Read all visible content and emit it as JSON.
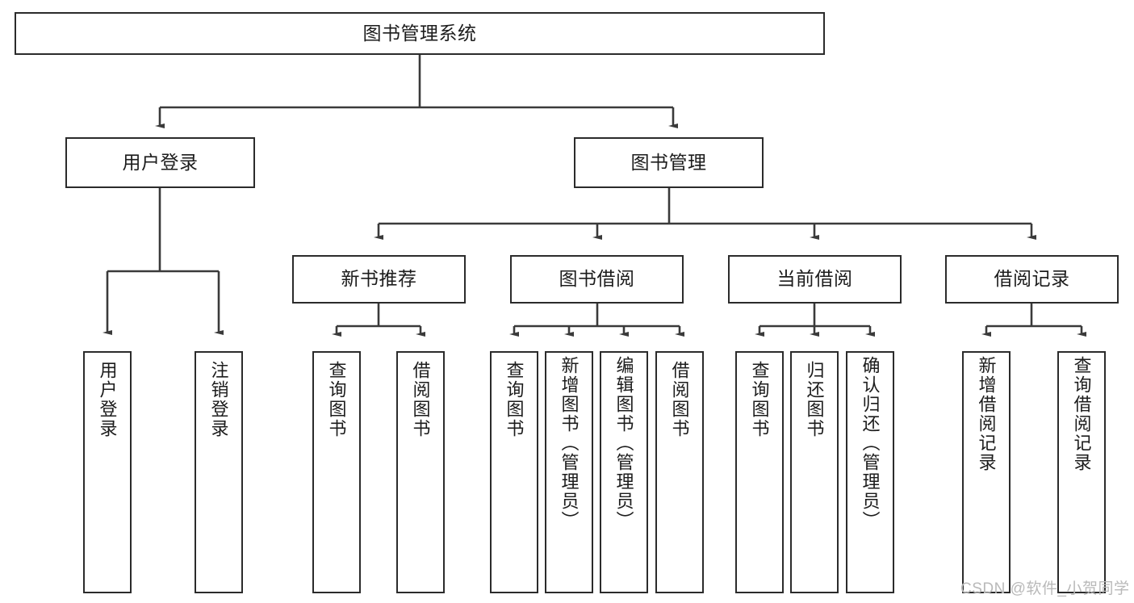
{
  "diagram": {
    "title": "图书管理系统",
    "type": "hierarchy-tree",
    "orientation": "top-down",
    "colors": {
      "box_border": "#2b2b2b",
      "box_fill": "#ffffff",
      "connector": "#3a3a3a",
      "text": "#1c1c1c",
      "watermark": "#b9b9b9",
      "background": "#ffffff"
    },
    "levels": [
      {
        "level": 1,
        "nodes": [
          {
            "id": "root",
            "label": "图书管理系统",
            "text_flow": "horizontal"
          }
        ]
      },
      {
        "level": 2,
        "nodes": [
          {
            "id": "user-login",
            "label": "用户登录",
            "text_flow": "horizontal",
            "parent": "root"
          },
          {
            "id": "book-manage",
            "label": "图书管理",
            "text_flow": "horizontal",
            "parent": "root"
          }
        ]
      },
      {
        "level": 3,
        "nodes": [
          {
            "id": "new-book-rec",
            "label": "新书推荐",
            "text_flow": "horizontal",
            "parent": "book-manage"
          },
          {
            "id": "book-borrow",
            "label": "图书借阅",
            "text_flow": "horizontal",
            "parent": "book-manage"
          },
          {
            "id": "current-borrow",
            "label": "当前借阅",
            "text_flow": "horizontal",
            "parent": "book-manage"
          },
          {
            "id": "borrow-record",
            "label": "借阅记录",
            "text_flow": "horizontal",
            "parent": "book-manage"
          }
        ]
      },
      {
        "level": 4,
        "nodes": [
          {
            "id": "leaf-user-login",
            "label": "用户登录",
            "text_flow": "vertical",
            "parent": "user-login"
          },
          {
            "id": "leaf-user-logout",
            "label": "注销登录",
            "text_flow": "vertical",
            "parent": "user-login"
          },
          {
            "id": "leaf-query-book-1",
            "label": "查询图书",
            "text_flow": "vertical",
            "parent": "new-book-rec"
          },
          {
            "id": "leaf-borrow-book-1",
            "label": "借阅图书",
            "text_flow": "vertical",
            "parent": "new-book-rec"
          },
          {
            "id": "leaf-query-book-2",
            "label": "查询图书",
            "text_flow": "vertical",
            "parent": "book-borrow"
          },
          {
            "id": "leaf-add-book",
            "label": "新增图书（管理员）",
            "text_flow": "vertical",
            "parent": "book-borrow"
          },
          {
            "id": "leaf-edit-book",
            "label": "编辑图书（管理员）",
            "text_flow": "vertical",
            "parent": "book-borrow"
          },
          {
            "id": "leaf-borrow-book-2",
            "label": "借阅图书",
            "text_flow": "vertical",
            "parent": "book-borrow"
          },
          {
            "id": "leaf-query-book-3",
            "label": "查询图书",
            "text_flow": "vertical",
            "parent": "current-borrow"
          },
          {
            "id": "leaf-return-book",
            "label": "归还图书",
            "text_flow": "vertical",
            "parent": "current-borrow"
          },
          {
            "id": "leaf-confirm-return",
            "label": "确认归还（管理员）",
            "text_flow": "vertical",
            "parent": "current-borrow"
          },
          {
            "id": "leaf-add-record",
            "label": "新增借阅记录",
            "text_flow": "vertical",
            "parent": "borrow-record"
          },
          {
            "id": "leaf-query-record",
            "label": "查询借阅记录",
            "text_flow": "vertical",
            "parent": "borrow-record"
          }
        ]
      }
    ]
  },
  "watermark": {
    "text": "CSDN @软件_小贺同学"
  }
}
